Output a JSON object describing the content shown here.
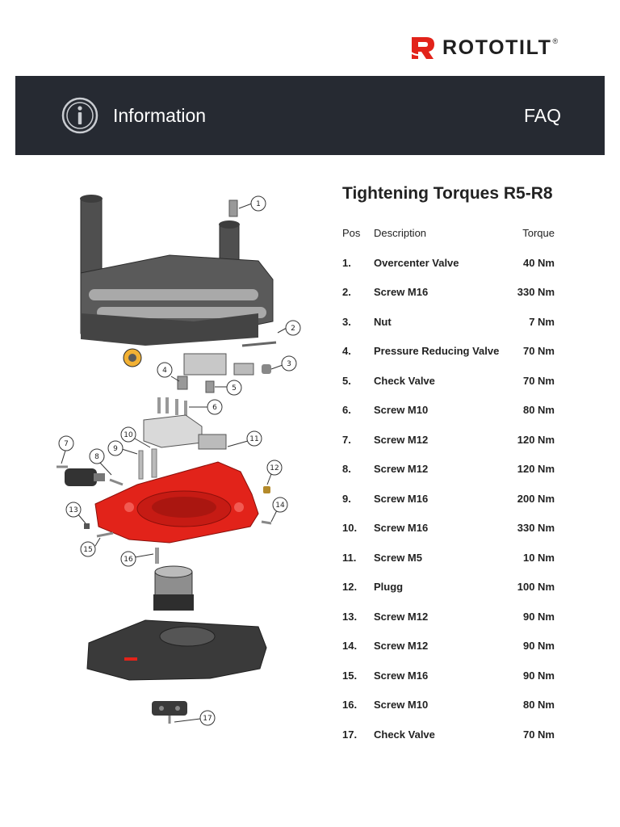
{
  "brand": {
    "name": "ROTOTILT",
    "registered": "®",
    "accent_color": "#e2231a"
  },
  "banner": {
    "title": "Information",
    "faq": "FAQ",
    "background": "#262a32",
    "icon": "info-icon"
  },
  "document": {
    "title": "Tightening Torques R5-R8"
  },
  "table": {
    "headers": {
      "pos": "Pos",
      "description": "Description",
      "torque": "Torque"
    },
    "rows": [
      {
        "pos": "1.",
        "description": "Overcenter Valve",
        "torque": "40 Nm"
      },
      {
        "pos": "2.",
        "description": "Screw M16",
        "torque": "330 Nm"
      },
      {
        "pos": "3.",
        "description": "Nut",
        "torque": "7 Nm"
      },
      {
        "pos": "4.",
        "description": "Pressure Reducing Valve",
        "torque": "70 Nm"
      },
      {
        "pos": "5.",
        "description": "Check Valve",
        "torque": "70 Nm"
      },
      {
        "pos": "6.",
        "description": "Screw M10",
        "torque": "80 Nm"
      },
      {
        "pos": "7.",
        "description": "Screw M12",
        "torque": "120 Nm"
      },
      {
        "pos": "8.",
        "description": "Screw M12",
        "torque": "120 Nm"
      },
      {
        "pos": "9.",
        "description": "Screw M16",
        "torque": "200 Nm"
      },
      {
        "pos": "10.",
        "description": "Screw M16",
        "torque": "330 Nm"
      },
      {
        "pos": "11.",
        "description": "Screw M5",
        "torque": "10 Nm"
      },
      {
        "pos": "12.",
        "description": "Plugg",
        "torque": "100 Nm"
      },
      {
        "pos": "13.",
        "description": "Screw M12",
        "torque": "90 Nm"
      },
      {
        "pos": "14.",
        "description": "Screw M12",
        "torque": "90 Nm"
      },
      {
        "pos": "15.",
        "description": "Screw M16",
        "torque": "90 Nm"
      },
      {
        "pos": "16.",
        "description": "Screw M10",
        "torque": "80 Nm"
      },
      {
        "pos": "17.",
        "description": "Check Valve",
        "torque": "70 Nm"
      }
    ]
  },
  "diagram": {
    "callouts": [
      "1",
      "2",
      "3",
      "4",
      "5",
      "6",
      "7",
      "8",
      "9",
      "10",
      "11",
      "12",
      "13",
      "14",
      "15",
      "16",
      "17"
    ],
    "colors": {
      "part_dark": "#4a4a4a",
      "part_mid": "#6b6b6b",
      "part_light": "#a9a9a9",
      "highlight": "#e2231a",
      "accent_yellow": "#f2b134"
    }
  }
}
